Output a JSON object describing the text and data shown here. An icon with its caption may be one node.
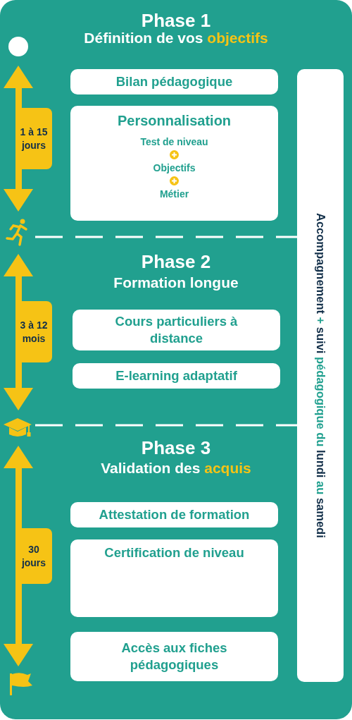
{
  "diagram": {
    "nodes": [
      {
        "text": [
          "Bilan pédagogique"
        ]
      },
      {
        "text": [
          "Personnalisation",
          "Test de niveau",
          "Objectifs",
          "Métier"
        ]
      },
      {
        "text": [
          "Cours particuliers à distance"
        ]
      },
      {
        "text": [
          "E-learning adaptatif"
        ]
      },
      {
        "text": [
          "Attestation de formation"
        ]
      },
      {
        "text": [
          "Certification de niveau"
        ]
      },
      {
        "text": [
          "Accès aux fiches pédagogiques"
        ]
      },
      {
        "text": [
          "**Accompagnement** + **suivi** pédagogique du **lundi** au **samedi**"
        ]
      }
    ],
    "labels": [
      "Phase 1",
      "Définition de vos **objectifs**",
      "1 à 15 jours",
      "Phase 2",
      "Formation longue",
      "3 à 12 mois",
      "Phase 3",
      "Validation des **acquis**",
      "30 jours"
    ]
  }
}
